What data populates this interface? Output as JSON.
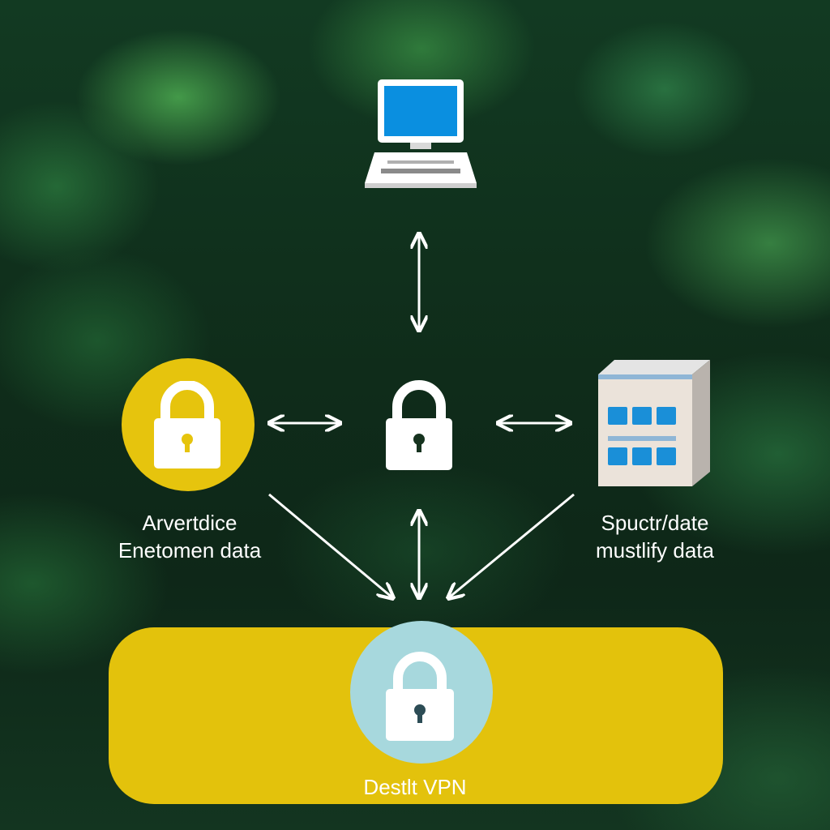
{
  "diagram": {
    "nodes": {
      "computer": {
        "icon": "computer-icon"
      },
      "left_lock": {
        "icon": "padlock-icon",
        "label_line1": "Arvertdice",
        "label_line2": "Enetomen data"
      },
      "center_lock": {
        "icon": "padlock-icon"
      },
      "right_server": {
        "icon": "server-icon",
        "label_line1": "Spuctr/date",
        "label_line2": "mustlify data"
      },
      "vpn": {
        "icon": "padlock-icon",
        "label": "Destlt VPN"
      }
    },
    "connections": [
      {
        "from": "computer",
        "to": "center_lock",
        "direction": "both"
      },
      {
        "from": "left_lock",
        "to": "center_lock",
        "direction": "both"
      },
      {
        "from": "center_lock",
        "to": "right_server",
        "direction": "both"
      },
      {
        "from": "center_lock",
        "to": "vpn",
        "direction": "both"
      },
      {
        "from": "left_lock",
        "to": "vpn",
        "direction": "to"
      },
      {
        "from": "right_server",
        "to": "vpn",
        "direction": "to"
      }
    ],
    "colors": {
      "accent_yellow": "#e6c40d",
      "vpn_circle": "#a7d8dd",
      "screen_blue": "#0a8fe0",
      "arrow": "#ffffff"
    }
  }
}
